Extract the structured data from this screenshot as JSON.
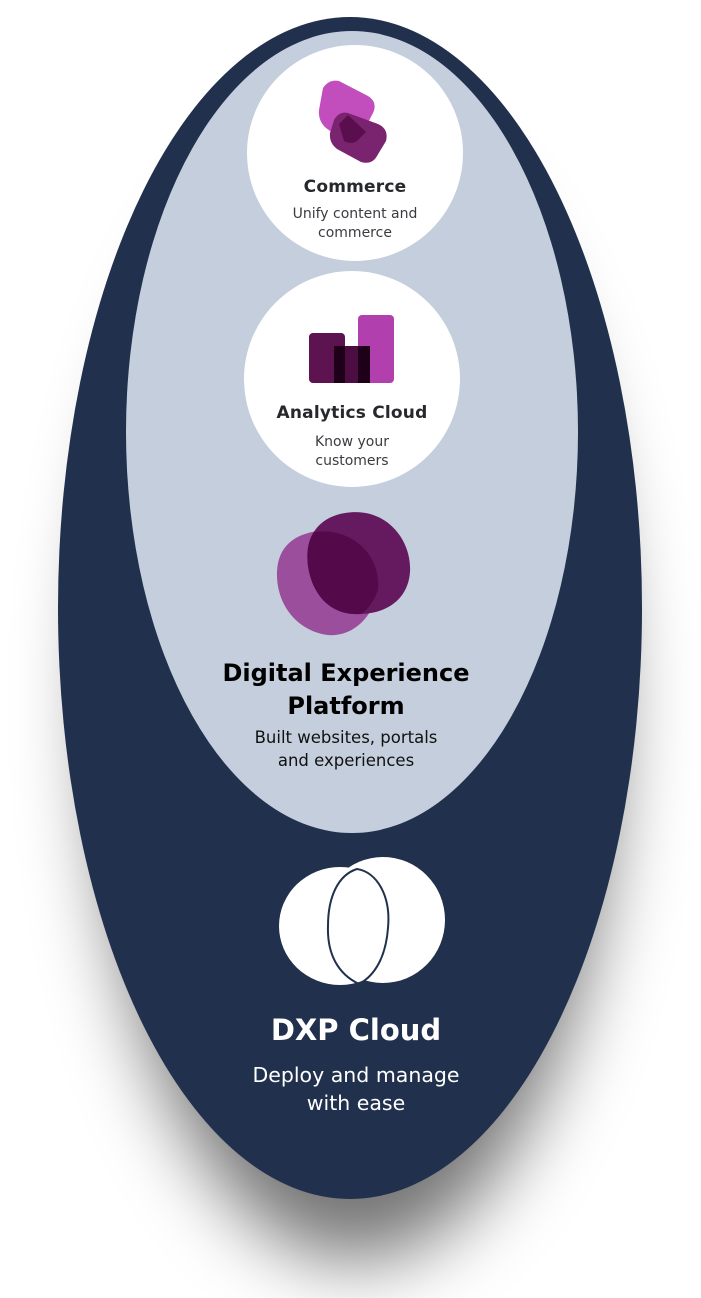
{
  "colors": {
    "outer_ellipse": "#21314d",
    "inner_ellipse": "#c4cedc",
    "product_circle": "#ffffff",
    "icon_purple_light": "#b23fae",
    "icon_purple_dark": "#5c1350"
  },
  "icons": {
    "commerce": "commerce-tiles-icon",
    "analytics": "analytics-bars-icon",
    "dxp": "overlapping-blobs-icon",
    "dxp_cloud": "overlapping-circles-icon"
  },
  "products": {
    "commerce": {
      "title": "Commerce",
      "desc_line1": "Unify content and",
      "desc_line2": "commerce"
    },
    "analytics": {
      "title": "Analytics Cloud",
      "desc_line1": "Know your",
      "desc_line2": "customers"
    },
    "dxp": {
      "title_line1": "Digital Experience",
      "title_line2": "Platform",
      "desc_line1": "Built websites, portals",
      "desc_line2": "and experiences"
    },
    "dxp_cloud": {
      "title": "DXP Cloud",
      "desc_line1": "Deploy and manage",
      "desc_line2": "with ease"
    }
  }
}
